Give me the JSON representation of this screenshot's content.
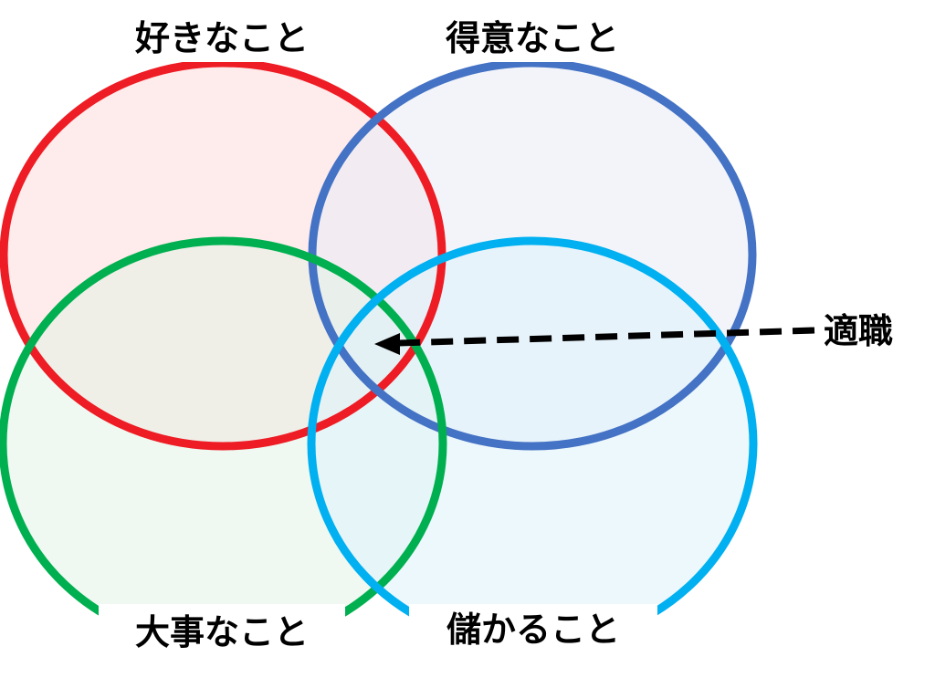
{
  "labels": {
    "likes": "好きなこと",
    "good_at": "得意なこと",
    "important": "大事なこと",
    "profitable": "儲かること",
    "ideal_job": "適職"
  },
  "colors": {
    "likes_stroke": "#ee1c24",
    "likes_fill": "#fde4e4",
    "good_at_stroke": "#4472c4",
    "good_at_fill": "#e9edf7",
    "important_stroke": "#00b050",
    "important_fill": "#e2f3e6",
    "profitable_stroke": "#00b0f0",
    "profitable_fill": "#dff3fb",
    "arrow": "#000000"
  },
  "icons": {
    "arrow": "dashed-arrow-icon"
  }
}
